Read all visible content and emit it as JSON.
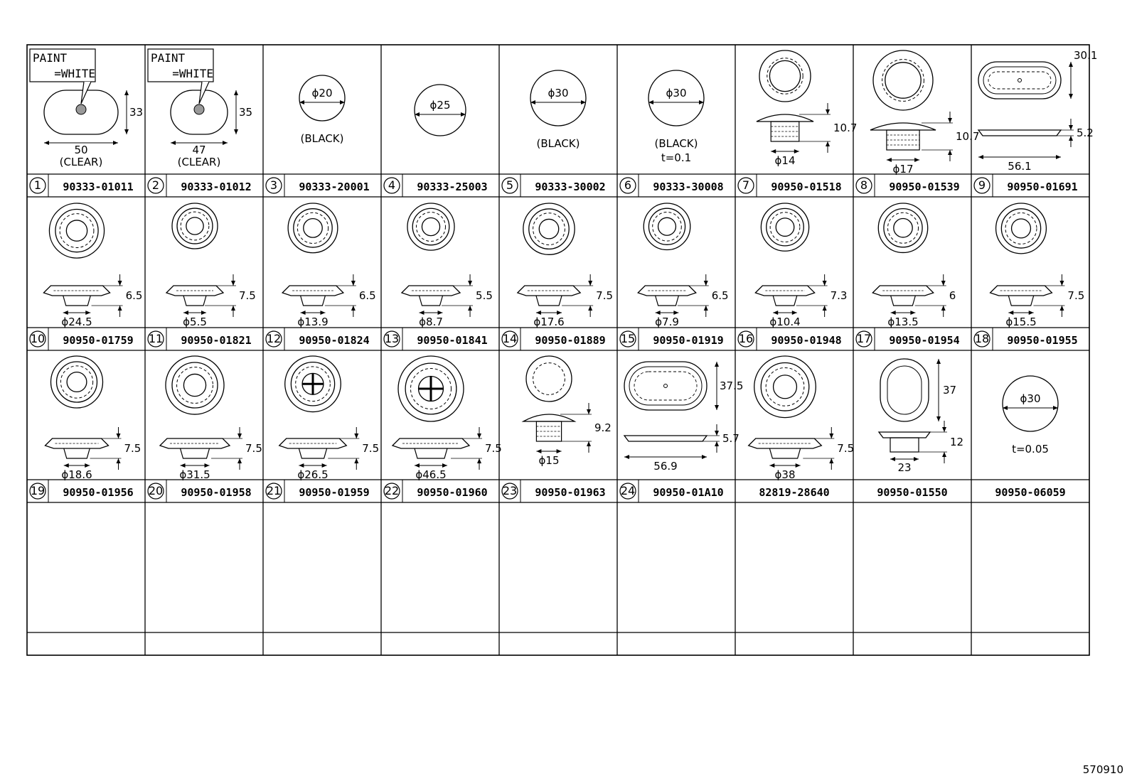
{
  "sheet_ref": "570910",
  "parts": [
    {
      "index": "1",
      "part_no": "90333-01011",
      "dims": [
        "33",
        "50"
      ],
      "notes": [
        "(CLEAR)"
      ],
      "paint_label": [
        "PAINT",
        "=WHITE"
      ],
      "shape": "oval-plug"
    },
    {
      "index": "2",
      "part_no": "90333-01012",
      "dims": [
        "35",
        "47"
      ],
      "notes": [
        "(CLEAR)"
      ],
      "paint_label": [
        "PAINT",
        "=WHITE"
      ],
      "shape": "oval-plug"
    },
    {
      "index": "3",
      "part_no": "90333-20001",
      "dims": [
        "ϕ20"
      ],
      "notes": [
        "(BLACK)"
      ],
      "shape": "disc"
    },
    {
      "index": "4",
      "part_no": "90333-25003",
      "dims": [
        "ϕ25"
      ],
      "notes": [],
      "shape": "disc"
    },
    {
      "index": "5",
      "part_no": "90333-30002",
      "dims": [
        "ϕ30"
      ],
      "notes": [
        "(BLACK)"
      ],
      "shape": "disc"
    },
    {
      "index": "6",
      "part_no": "90333-30008",
      "dims": [
        "ϕ30"
      ],
      "notes": [
        "(BLACK)",
        "t=0.1"
      ],
      "shape": "disc"
    },
    {
      "index": "7",
      "part_no": "90950-01518",
      "dims": [
        "10.7",
        "ϕ14"
      ],
      "notes": [],
      "shape": "dome-plug"
    },
    {
      "index": "8",
      "part_no": "90950-01539",
      "dims": [
        "10.7",
        "ϕ17"
      ],
      "notes": [],
      "shape": "dome-plug"
    },
    {
      "index": "9",
      "part_no": "90950-01691",
      "dims": [
        "30.1",
        "56.1",
        "5.2"
      ],
      "notes": [],
      "shape": "oval-grommet"
    },
    {
      "index": "10",
      "part_no": "90950-01759",
      "dims": [
        "6.5",
        "ϕ24.5"
      ],
      "notes": [],
      "shape": "grommet"
    },
    {
      "index": "11",
      "part_no": "90950-01821",
      "dims": [
        "7.5",
        "ϕ5.5"
      ],
      "notes": [],
      "shape": "grommet"
    },
    {
      "index": "12",
      "part_no": "90950-01824",
      "dims": [
        "6.5",
        "ϕ13.9"
      ],
      "notes": [],
      "shape": "grommet"
    },
    {
      "index": "13",
      "part_no": "90950-01841",
      "dims": [
        "5.5",
        "ϕ8.7"
      ],
      "notes": [],
      "shape": "grommet"
    },
    {
      "index": "14",
      "part_no": "90950-01889",
      "dims": [
        "7.5",
        "ϕ17.6"
      ],
      "notes": [],
      "shape": "grommet"
    },
    {
      "index": "15",
      "part_no": "90950-01919",
      "dims": [
        "6.5",
        "ϕ7.9"
      ],
      "notes": [],
      "shape": "grommet"
    },
    {
      "index": "16",
      "part_no": "90950-01948",
      "dims": [
        "7.3",
        "ϕ10.4"
      ],
      "notes": [],
      "shape": "grommet"
    },
    {
      "index": "17",
      "part_no": "90950-01954",
      "dims": [
        "6",
        "ϕ13.5"
      ],
      "notes": [],
      "shape": "grommet"
    },
    {
      "index": "18",
      "part_no": "90950-01955",
      "dims": [
        "7.5",
        "ϕ15.5"
      ],
      "notes": [],
      "shape": "grommet"
    },
    {
      "index": "19",
      "part_no": "90950-01956",
      "dims": [
        "7.5",
        "ϕ18.6"
      ],
      "notes": [],
      "shape": "grommet"
    },
    {
      "index": "20",
      "part_no": "90950-01958",
      "dims": [
        "7.5",
        "ϕ31.5"
      ],
      "notes": [],
      "shape": "grommet"
    },
    {
      "index": "21",
      "part_no": "90950-01959",
      "dims": [
        "7.5",
        "ϕ26.5"
      ],
      "notes": [],
      "shape": "grommet"
    },
    {
      "index": "22",
      "part_no": "90950-01960",
      "dims": [
        "7.5",
        "ϕ46.5"
      ],
      "notes": [],
      "shape": "grommet"
    },
    {
      "index": "23",
      "part_no": "90950-01963",
      "dims": [
        "9.2",
        "ϕ15"
      ],
      "notes": [],
      "shape": "dome-plug"
    },
    {
      "index": "24",
      "part_no": "90950-01A10",
      "dims": [
        "37.5",
        "5.7",
        "56.9"
      ],
      "notes": [],
      "shape": "oval-grommet"
    },
    {
      "index": "",
      "part_no": "82819-28640",
      "dims": [
        "7.5",
        "ϕ38"
      ],
      "notes": [],
      "shape": "grommet"
    },
    {
      "index": "",
      "part_no": "90950-01550",
      "dims": [
        "37",
        "12",
        "23"
      ],
      "notes": [],
      "shape": "tall-oval"
    },
    {
      "index": "",
      "part_no": "90950-06059",
      "dims": [
        "ϕ30"
      ],
      "notes": [
        "t=0.05"
      ],
      "shape": "disc"
    }
  ]
}
